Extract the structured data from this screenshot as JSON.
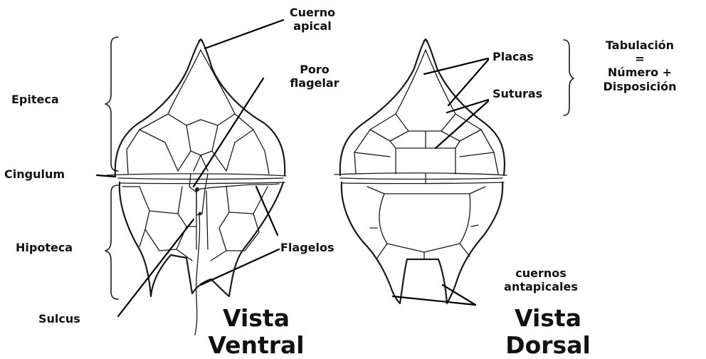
{
  "labels": {
    "cuerno_apical": "Cuerno\napical",
    "poro_flagelar": "Poro\nflagelar",
    "epiteca": "Epiteca",
    "cingulum": "Cingulum",
    "hipoteca": "Hipoteca",
    "sulcus": "Sulcus",
    "flagelos": "Flagelos",
    "placas": "Placas",
    "suturas": "Suturas",
    "tabulacion": "Tabulación\n=\nNúmero +\nDisposición",
    "cuernos_antapicales": "cuernos\nantapicales",
    "vista_ventral": "Vista\nVentral",
    "vista_dorsal": "Vista\nDorsal"
  }
}
